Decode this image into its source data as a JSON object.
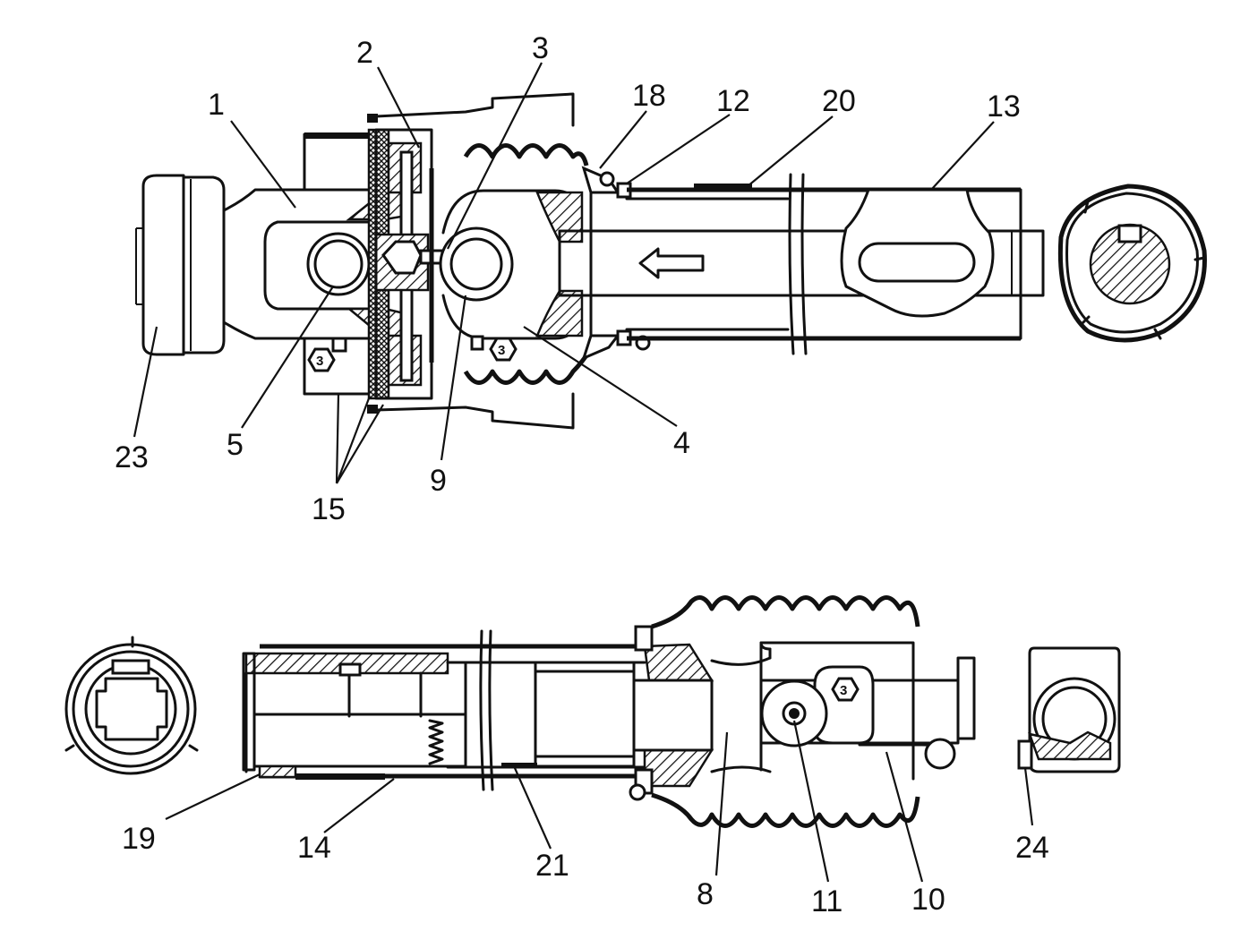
{
  "labels": {
    "l1": "1",
    "l2": "2",
    "l3": "3",
    "l4": "4",
    "l5": "5",
    "l8": "8",
    "l9": "9",
    "l10": "10",
    "l11": "11",
    "l12": "12",
    "l13": "13",
    "l14": "14",
    "l15": "15",
    "l18": "18",
    "l19": "19",
    "l20": "20",
    "l21": "21",
    "l23": "23",
    "l24": "24"
  },
  "badges": {
    "b1": "3",
    "b2": "3",
    "b3": "3"
  },
  "colors": {
    "ink": "#111111",
    "paper": "#ffffff"
  }
}
